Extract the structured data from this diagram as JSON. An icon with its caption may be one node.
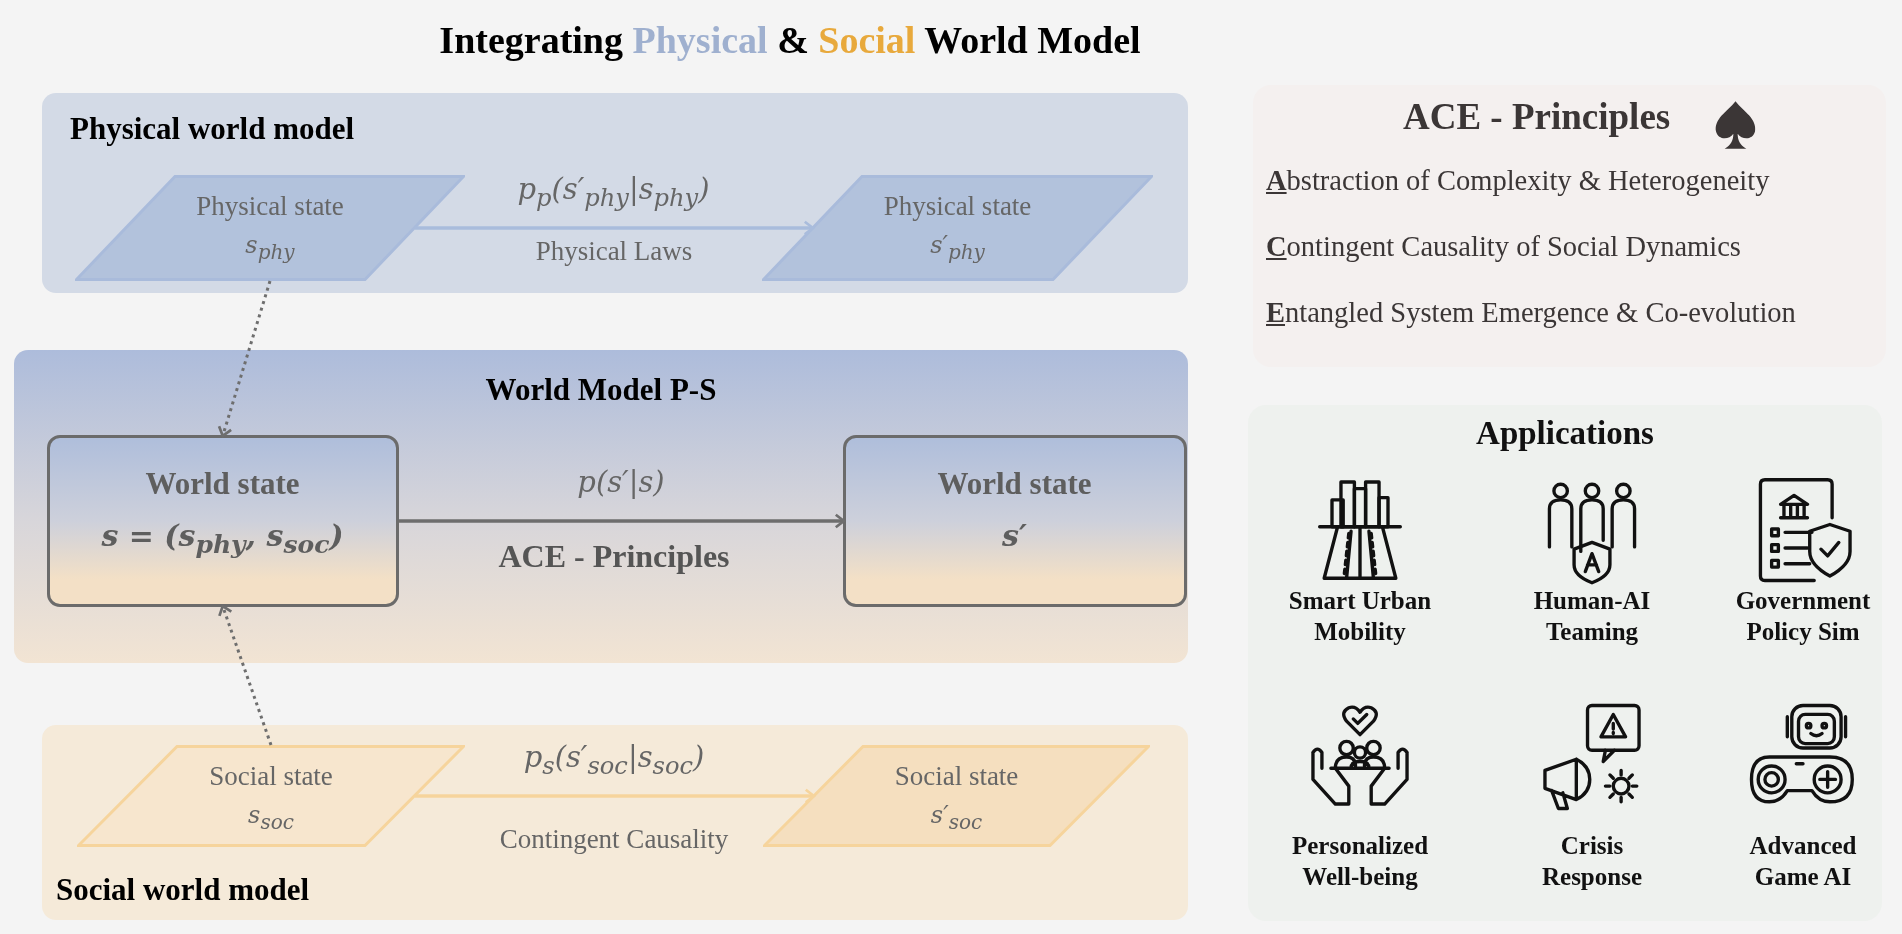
{
  "diagram": {
    "title": "Integrating Physical & Social World Model",
    "nodes": [
      {
        "text": [
          "Physical world model"
        ]
      },
      {
        "text": [
          "Physical state",
          "s$_{phy}$"
        ],
        "in": 0
      },
      {
        "text": [
          "Physical state",
          "s′$_{phy}$"
        ],
        "in": 0
      },
      {
        "text": [
          "World Model P-S"
        ]
      },
      {
        "text": [
          "World state",
          "s = (s$_{phy}$, s$_{soc}$)"
        ],
        "in": 3
      },
      {
        "text": [
          "World state",
          "s′"
        ],
        "in": 3
      },
      {
        "text": [
          "Social world model"
        ]
      },
      {
        "text": [
          "Social state",
          "s$_{soc}$"
        ],
        "in": 6
      },
      {
        "text": [
          "Social state",
          "s′$_{soc}$"
        ],
        "in": 6
      },
      {
        "text": [
          "ACE - Principles",
          "**A**bstraction of Complexity & Heterogeneity",
          "**C**ontingent Causality of Social Dynamics",
          "**E**ntangled System Emergence & Co-evolution"
        ]
      },
      {
        "text": [
          "Applications",
          "Smart Urban Mobility",
          "Human-AI Teaming",
          "Government Policy Sim",
          "Personalized Well-being",
          "Crisis Response",
          "Advanced Game AI"
        ]
      }
    ],
    "edges": [
      {
        "from": 1,
        "to": 2,
        "arrow": "to",
        "label": "p$_{p}$(s′$_{phy}$|s$_{phy}$)",
        "color": "#a9bcdc"
      },
      {
        "from": 4,
        "to": 5,
        "arrow": "to",
        "label": "p(s′|s)"
      },
      {
        "from": 7,
        "to": 8,
        "arrow": "to",
        "label": "p$_{s}$(s′$_{soc}$|s$_{soc}$)",
        "color": "#f6d49c"
      },
      {
        "from": 1,
        "to": 4,
        "arrow": "to",
        "style": "dashed"
      },
      {
        "from": 7,
        "to": 4,
        "arrow": "to",
        "style": "dashed"
      }
    ],
    "labels": [
      "Physical Laws",
      "ACE - Principles",
      "Contingent Causality"
    ]
  }
}
